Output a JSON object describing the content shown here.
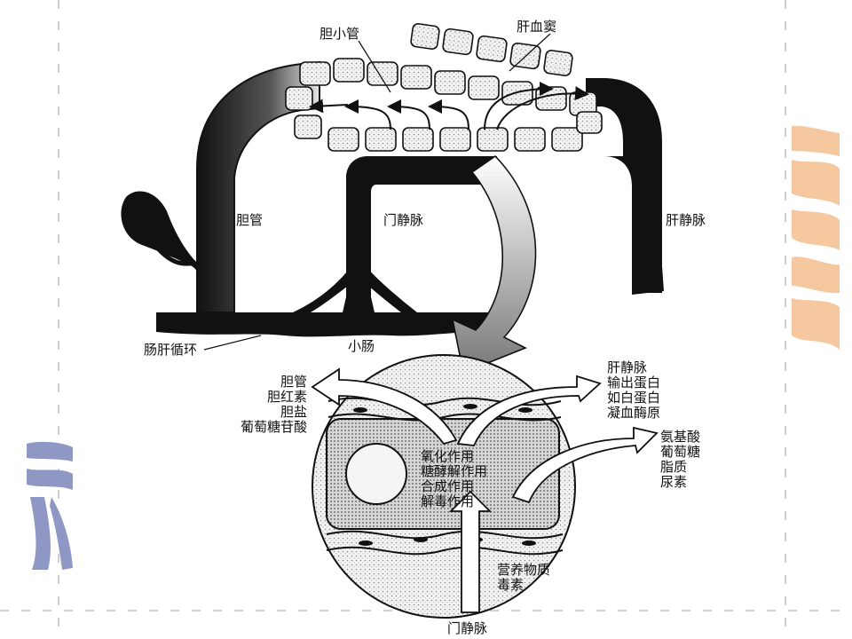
{
  "diagram": {
    "labels": {
      "bile_canaliculus": "胆小管",
      "hepatic_sinusoid": "肝血窦",
      "bile_duct": "胆管",
      "portal_vein": "门静脉",
      "hepatic_vein": "肝静脉",
      "enterohepatic_circulation": "肠肝循环",
      "small_intestine": "小肠",
      "bottom_portal_vein": "门静脉"
    },
    "secretion_out": [
      "胆管",
      "胆红素",
      "胆盐",
      "葡萄糖苷酸"
    ],
    "hepatic_vein_out": [
      "肝静脉",
      "输出蛋白",
      "如白蛋白",
      "凝血酶原"
    ],
    "blood_out": [
      "氨基酸",
      "葡萄糖",
      "脂质",
      "尿素"
    ],
    "cell_functions": [
      "氧化作用",
      "糖酵解作用",
      "合成作用",
      "解毒作用"
    ],
    "inflow": [
      "营养物质",
      "毒素"
    ]
  },
  "colors": {
    "decor_orange": "#f6c8a0",
    "decor_blue": "#8f97c4",
    "guide_gray": "#c9c9c9"
  }
}
